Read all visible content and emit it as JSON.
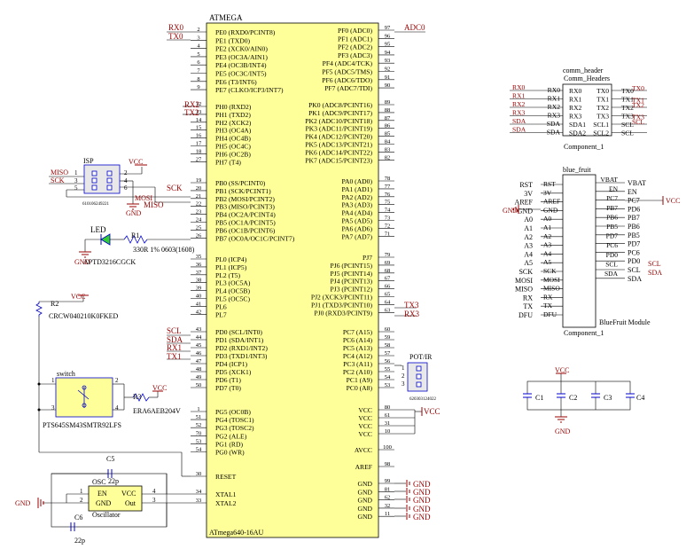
{
  "colors": {
    "chip_fill": "#ffff99",
    "line": "#0000cc",
    "net_label": "#990000",
    "outline": "#000000",
    "ground": "#990000",
    "isp_fill": "#e8e8e8"
  },
  "mcu": {
    "title": "ATMEGA",
    "part": "ATmega640-16AU",
    "left_pins": [
      {
        "num": "2",
        "name": "PE0 (RXD0/PCINT8)"
      },
      {
        "num": "3",
        "name": "PE1 (TXD0)"
      },
      {
        "num": "4",
        "name": "PE2 (XCK0/AIN0)"
      },
      {
        "num": "5",
        "name": "PE3 (OC3A/AIN1)"
      },
      {
        "num": "6",
        "name": "PE4 (OC3B/INT4)"
      },
      {
        "num": "7",
        "name": "PE5 (OC3C/INT5)"
      },
      {
        "num": "8",
        "name": "PE6 (T3/INT6)"
      },
      {
        "num": "9",
        "name": "PE7 (CLKO/ICP3/INT7)"
      },
      {
        "num": "12",
        "name": "PH0 (RXD2)"
      },
      {
        "num": "13",
        "name": "PH1 (TXD2)"
      },
      {
        "num": "14",
        "name": "PH2 (XCK2)"
      },
      {
        "num": "15",
        "name": "PH3 (OC4A)"
      },
      {
        "num": "16",
        "name": "PH4 (OC4B)"
      },
      {
        "num": "17",
        "name": "PH5 (OC4C)"
      },
      {
        "num": "18",
        "name": "PH6 (OC2B)"
      },
      {
        "num": "27",
        "name": "PH7 (T4)"
      },
      {
        "num": "19",
        "name": "PB0 (SS/PCINT0)"
      },
      {
        "num": "20",
        "name": "PB1 (SCK/PCINT1)"
      },
      {
        "num": "21",
        "name": "PB2 (MOSI/PCINT2)"
      },
      {
        "num": "22",
        "name": "PB3 (MISO/PCINT3)"
      },
      {
        "num": "23",
        "name": "PB4 (OC2A/PCINT4)"
      },
      {
        "num": "24",
        "name": "PB5 (OC1A/PCINT5)"
      },
      {
        "num": "25",
        "name": "PB6 (OC1B/PCINT6)"
      },
      {
        "num": "26",
        "name": "PB7 (OC0A/OC1C/PCINT7)"
      },
      {
        "num": "35",
        "name": "PL0 (ICP4)"
      },
      {
        "num": "36",
        "name": "PL1 (ICP5)"
      },
      {
        "num": "37",
        "name": "PL2 (T5)"
      },
      {
        "num": "38",
        "name": "PL3 (OC5A)"
      },
      {
        "num": "39",
        "name": "PL4 (OC5B)"
      },
      {
        "num": "40",
        "name": "PL5 (OC5C)"
      },
      {
        "num": "41",
        "name": "PL6"
      },
      {
        "num": "42",
        "name": "PL7"
      },
      {
        "num": "43",
        "name": "PD0 (SCL/INT0)"
      },
      {
        "num": "44",
        "name": "PD1 (SDA/INT1)"
      },
      {
        "num": "45",
        "name": "PD2 (RXD1/INT2)"
      },
      {
        "num": "46",
        "name": "PD3 (TXD1/INT3)"
      },
      {
        "num": "47",
        "name": "PD4 (ICP1)"
      },
      {
        "num": "48",
        "name": "PD5 (XCK1)"
      },
      {
        "num": "49",
        "name": "PD6 (T1)"
      },
      {
        "num": "50",
        "name": "PD7 (T0)"
      },
      {
        "num": "1",
        "name": "PG5 (OC0B)"
      },
      {
        "num": "51",
        "name": "PG4 (TOSC1)"
      },
      {
        "num": "52",
        "name": "PG3 (TOSC2)"
      },
      {
        "num": "70",
        "name": "PG2 (ALE)"
      },
      {
        "num": "53",
        "name": "PG1 (RD)"
      },
      {
        "num": "54",
        "name": "PG0 (WR)"
      },
      {
        "num": "30",
        "name": "RESET"
      },
      {
        "num": "34",
        "name": "XTAL1"
      },
      {
        "num": "33",
        "name": "XTAL2"
      }
    ],
    "right_pins": [
      {
        "num": "97",
        "name": "PF0 (ADC0)"
      },
      {
        "num": "96",
        "name": "PF1 (ADC1)"
      },
      {
        "num": "95",
        "name": "PF2 (ADC2)"
      },
      {
        "num": "94",
        "name": "PF3 (ADC3)"
      },
      {
        "num": "93",
        "name": "PF4 (ADC4/TCK)"
      },
      {
        "num": "92",
        "name": "PF5 (ADC5/TMS)"
      },
      {
        "num": "91",
        "name": "PF6 (ADC6/TDO)"
      },
      {
        "num": "90",
        "name": "PF7 (ADC7/TDI)"
      },
      {
        "num": "89",
        "name": "PK0 (ADC8/PCINT16)"
      },
      {
        "num": "88",
        "name": "PK1 (ADC9/PCINT17)"
      },
      {
        "num": "87",
        "name": "PK2 (ADC10/PCINT18)"
      },
      {
        "num": "86",
        "name": "PK3 (ADC11/PCINT19)"
      },
      {
        "num": "85",
        "name": "PK4 (ADC12/PCINT20)"
      },
      {
        "num": "84",
        "name": "PK5 (ADC13/PCINT21)"
      },
      {
        "num": "83",
        "name": "PK6 (ADC14/PCINT22)"
      },
      {
        "num": "82",
        "name": "PK7 (ADC15/PCINT23)"
      },
      {
        "num": "78",
        "name": "PA0 (AD0)"
      },
      {
        "num": "77",
        "name": "PA1 (AD1)"
      },
      {
        "num": "76",
        "name": "PA2 (AD2)"
      },
      {
        "num": "75",
        "name": "PA3 (AD3)"
      },
      {
        "num": "74",
        "name": "PA4 (AD4)"
      },
      {
        "num": "73",
        "name": "PA5 (AD5)"
      },
      {
        "num": "72",
        "name": "PA6 (AD6)"
      },
      {
        "num": "71",
        "name": "PA7 (AD7)"
      },
      {
        "num": "79",
        "name": "PJ7"
      },
      {
        "num": "69",
        "name": "PJ6 (PCINT15)"
      },
      {
        "num": "68",
        "name": "PJ5 (PCINT14)"
      },
      {
        "num": "67",
        "name": "PJ4 (PCINT13)"
      },
      {
        "num": "66",
        "name": "PJ3 (PCINT12)"
      },
      {
        "num": "65",
        "name": "PJ2 (XCK3/PCINT11)"
      },
      {
        "num": "64",
        "name": "PJ1 (TXD3/PCINT10)"
      },
      {
        "num": "63",
        "name": "PJ0 (RXD3/PCINT9)"
      },
      {
        "num": "60",
        "name": "PC7 (A15)"
      },
      {
        "num": "59",
        "name": "PC6 (A14)"
      },
      {
        "num": "58",
        "name": "PC5 (A13)"
      },
      {
        "num": "57",
        "name": "PC4 (A12)"
      },
      {
        "num": "56",
        "name": "PC3 (A11)"
      },
      {
        "num": "55",
        "name": "PC2 (A10)"
      },
      {
        "num": "54",
        "name": "PC1 (A9)"
      },
      {
        "num": "53",
        "name": "PC0 (A8)"
      },
      {
        "num": "80",
        "name": "VCC"
      },
      {
        "num": "61",
        "name": "VCC"
      },
      {
        "num": "31",
        "name": "VCC"
      },
      {
        "num": "10",
        "name": "VCC"
      },
      {
        "num": "100",
        "name": "AVCC"
      },
      {
        "num": "98",
        "name": "AREF"
      },
      {
        "num": "99",
        "name": "GND"
      },
      {
        "num": "81",
        "name": "GND"
      },
      {
        "num": "62",
        "name": "GND"
      },
      {
        "num": "32",
        "name": "GND"
      },
      {
        "num": "11",
        "name": "GND"
      }
    ]
  },
  "nets": {
    "rx0": "RX0",
    "tx0": "TX0",
    "adc0": "ADC0",
    "rx2": "RX2",
    "tx2": "TX2",
    "sck": "SCK",
    "mosi": "MOSI",
    "miso": "MISO",
    "tx3": "TX3",
    "rx3": "RX3",
    "scl": "SCL",
    "sda": "SDA",
    "rx1": "RX1",
    "tx1": "TX1",
    "vcc": "VCC",
    "gnd": "GND"
  },
  "isp": {
    "title": "ISP",
    "part": "610106249221",
    "pins_left": [
      "1",
      "3",
      "5"
    ],
    "pins_right": [
      "2",
      "4",
      "6"
    ],
    "net_miso": "MISO",
    "net_sck": "SCK",
    "net_vcc": "VCC",
    "net_gnd": "GND",
    "net_sck2": "SCK",
    "net_mosi": "MOSI",
    "net_miso2": "MISO"
  },
  "led": {
    "name": "LED",
    "part": "APTD3216CGCK",
    "net_gnd": "GND"
  },
  "r1": {
    "name": "R1",
    "value": "330R 1% 0603(1608)"
  },
  "r2": {
    "name": "R2",
    "value": "CRCW040210K0FKED",
    "net_vcc": "VCC"
  },
  "r3": {
    "name": "R3",
    "value": "ERA6AEB204V",
    "net_vcc": "VCC"
  },
  "switch": {
    "name": "switch",
    "part": "PTS645SM43SMTR92LFS",
    "pin1": "1",
    "pin2": "2",
    "pin3": "3",
    "pin4": "4"
  },
  "pot": {
    "name": "POT/IR",
    "part": "620303124022",
    "pins": [
      "1",
      "2",
      "3"
    ]
  },
  "oscillator": {
    "title": "OSC",
    "name": "Oscillator",
    "en": "EN",
    "vcc": "VCC",
    "gnd": "GND",
    "out": "Out",
    "pin4": "4",
    "pin3": "3",
    "pin1": "1",
    "pin2": "2",
    "net_gnd": "GND"
  },
  "c5": {
    "name": "C5",
    "value": "22p"
  },
  "c6": {
    "name": "C6",
    "value": "22p"
  },
  "comm_header": {
    "title": "comm_header",
    "subtitle": "Comm_Headers",
    "component": "Component_1",
    "left": [
      "RX0",
      "RX1",
      "RX2",
      "RX3",
      "SDA1",
      "SDA2"
    ],
    "right": [
      "TX0",
      "TX1",
      "TX2",
      "TX3",
      "SCL1",
      "SCL2"
    ],
    "left_ext": [
      "RX0",
      "RX1",
      "RX2",
      "RX3",
      "SDA",
      "SDA"
    ],
    "left_ext2": [
      "RX0",
      "RX1",
      "RX2",
      "RX3",
      "SDA",
      "SDA"
    ],
    "right_ext": [
      "TX0",
      "TX1",
      "TX2",
      "TX3",
      "SCL",
      "SCL"
    ],
    "right_ext2": [
      "TX0",
      "TX1",
      "TX2",
      "TX3",
      "SCL",
      ""
    ]
  },
  "blue_fruit": {
    "title": "blue_fruit",
    "module": "BlueFruit Module",
    "component": "Component_1",
    "left_outer": [
      "RST",
      "3V",
      "AREF",
      "GND",
      "A0",
      "A1",
      "A2",
      "A3",
      "A4",
      "A5",
      "SCK",
      "MOSI",
      "MISO",
      "RX",
      "TX",
      "DFU"
    ],
    "left_inner": [
      "RST",
      "3V",
      "AREF",
      "GND",
      "A0",
      "A1",
      "A2",
      "A3",
      "A4",
      "A5",
      "SCK",
      "MOSI",
      "MISO",
      "RX",
      "TX",
      "DFU"
    ],
    "right_inner": [
      "VBAT",
      "EN",
      "PC7",
      "PB7",
      "PB6",
      "PB5",
      "PD7",
      "PC6",
      "PD0",
      "SCL",
      "SDA"
    ],
    "right_outer": [
      "VBAT",
      "EN",
      "PC7",
      "PD6",
      "PB7",
      "PB6",
      "PB5",
      "PD7",
      "PC6",
      "PD0",
      "SCL",
      "SDA"
    ],
    "net_vcc": "VCC",
    "net_gnd": "GND",
    "net_scl": "SCL",
    "net_sda": "SDA"
  },
  "caps": {
    "c1": "C1",
    "c2": "C2",
    "c3": "C3",
    "c4": "C4",
    "net_vcc": "VCC",
    "net_gnd": "GND"
  }
}
